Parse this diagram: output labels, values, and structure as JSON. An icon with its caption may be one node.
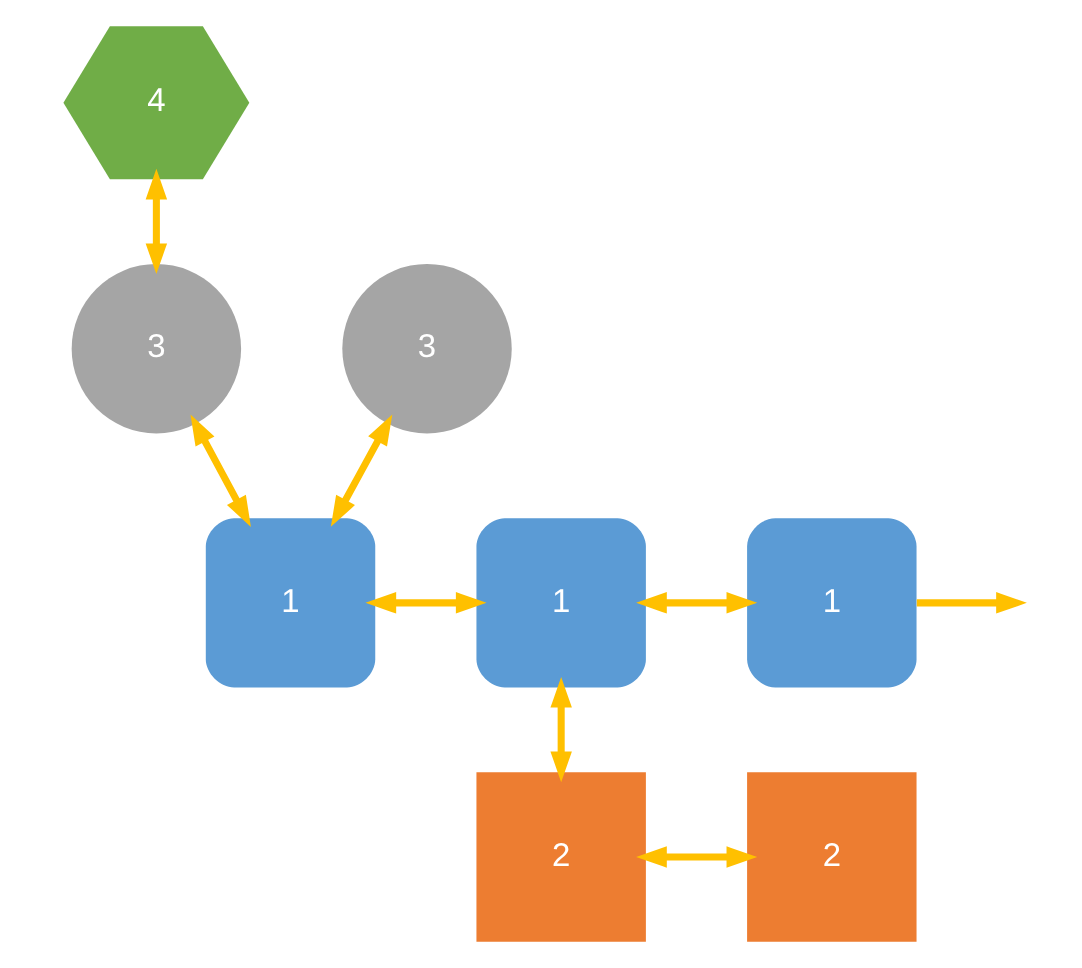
{
  "diagram": {
    "nodes": [
      {
        "text": [
          "4"
        ]
      },
      {
        "text": [
          "3"
        ]
      },
      {
        "text": [
          "3"
        ]
      },
      {
        "text": [
          "1"
        ]
      },
      {
        "text": [
          "1"
        ]
      },
      {
        "text": [
          "1"
        ]
      },
      {
        "text": [
          "2"
        ]
      },
      {
        "text": [
          "2"
        ]
      }
    ],
    "edges": [
      {
        "from": 0,
        "to": 1,
        "arrow": "both"
      },
      {
        "from": 1,
        "to": 3,
        "arrow": "both"
      },
      {
        "from": 2,
        "to": 3,
        "arrow": "both"
      },
      {
        "from": 3,
        "to": 4,
        "arrow": "both"
      },
      {
        "from": 4,
        "to": 5,
        "arrow": "both"
      },
      {
        "from": 5,
        "to": null,
        "arrow": "to"
      },
      {
        "from": 4,
        "to": 6,
        "arrow": "both"
      },
      {
        "from": 6,
        "to": 7,
        "arrow": "both"
      }
    ]
  }
}
